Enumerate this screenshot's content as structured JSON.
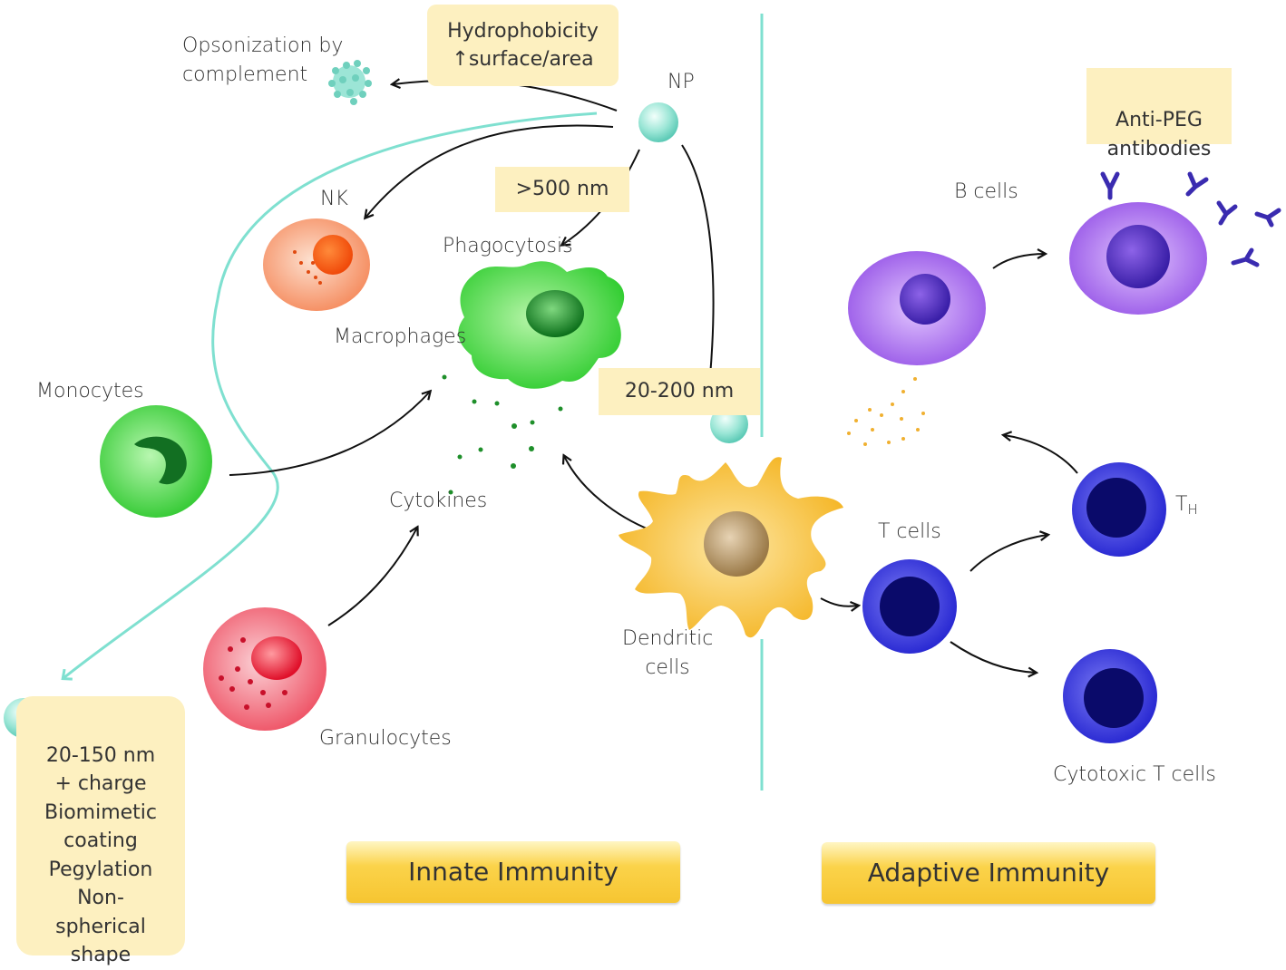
{
  "nodes": {
    "np": "NP",
    "opsonization": "Opsonization by\ncomplement",
    "hydrophobicity_line1": "Hydrophobicity",
    "hydrophobicity_line2": "↑surface/area",
    "size_500": ">500 nm",
    "size_20_200": "20-200 nm",
    "phagocytosis": "Phagocytosis",
    "macrophages": "Macrophages",
    "nk": "NK",
    "monocytes": "Monocytes",
    "cytokines": "Cytokines",
    "granulocytes": "Granulocytes",
    "dendritic": "Dendritic\ncells",
    "anti_peg": "Anti-PEG\nantibodies",
    "b_cells": "B cells",
    "t_cells": "T cells",
    "th_main": "T",
    "th_sub": "H",
    "cytotoxic": "Cytotoxic T cells",
    "stealth_box": "20-150 nm\n+ charge\nBiomimetic\ncoating\nPegylation\nNon-\nspherical\nshape"
  },
  "banners": {
    "innate": "Innate Immunity",
    "adaptive": "Adaptive Immunity"
  },
  "colors": {
    "divider": "#7fe0d0",
    "note_box": "#fdf0c0",
    "nanoparticle": "#8fe3d3",
    "macrophage": "#3fd23f",
    "nk_cell": "#f58a5c",
    "monocyte": "#3ed43e",
    "granulocyte": "#ef5a6a",
    "dendritic_cell": "#f6b928",
    "b_cell": "#9b5be0",
    "t_cell": "#3030d8",
    "antibody": "#3a2bb0"
  }
}
